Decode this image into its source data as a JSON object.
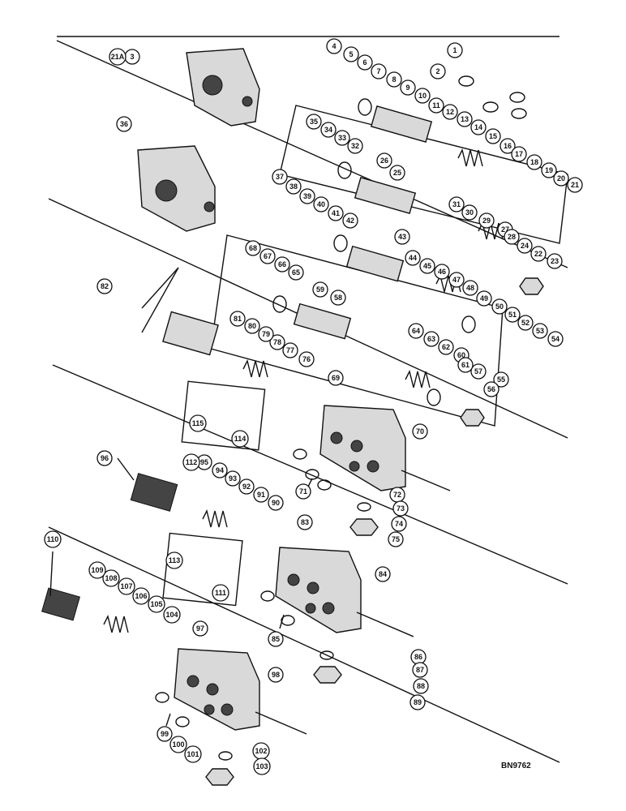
{
  "diagram": {
    "drawing_code": "BN9762",
    "callouts": [
      "1",
      "2",
      "3",
      "21A",
      "4",
      "5",
      "6",
      "7",
      "8",
      "9",
      "10",
      "11",
      "12",
      "13",
      "14",
      "15",
      "16",
      "17",
      "18",
      "19",
      "20",
      "21",
      "22",
      "23",
      "24",
      "25",
      "26",
      "27",
      "28",
      "29",
      "30",
      "31",
      "32",
      "33",
      "34",
      "35",
      "36",
      "37",
      "38",
      "39",
      "40",
      "41",
      "42",
      "43",
      "44",
      "45",
      "46",
      "47",
      "48",
      "49",
      "50",
      "51",
      "52",
      "53",
      "54",
      "55",
      "56",
      "57",
      "58",
      "59",
      "60",
      "61",
      "62",
      "63",
      "64",
      "65",
      "66",
      "67",
      "68",
      "69",
      "70",
      "71",
      "72",
      "73",
      "74",
      "75",
      "76",
      "77",
      "78",
      "79",
      "80",
      "81",
      "82",
      "83",
      "84",
      "85",
      "86",
      "87",
      "88",
      "89",
      "90",
      "91",
      "92",
      "93",
      "94",
      "95",
      "96",
      "97",
      "98",
      "99",
      "100",
      "101",
      "102",
      "103",
      "104",
      "105",
      "106",
      "107",
      "108",
      "109",
      "110",
      "111",
      "112",
      "113",
      "114",
      "115"
    ]
  }
}
